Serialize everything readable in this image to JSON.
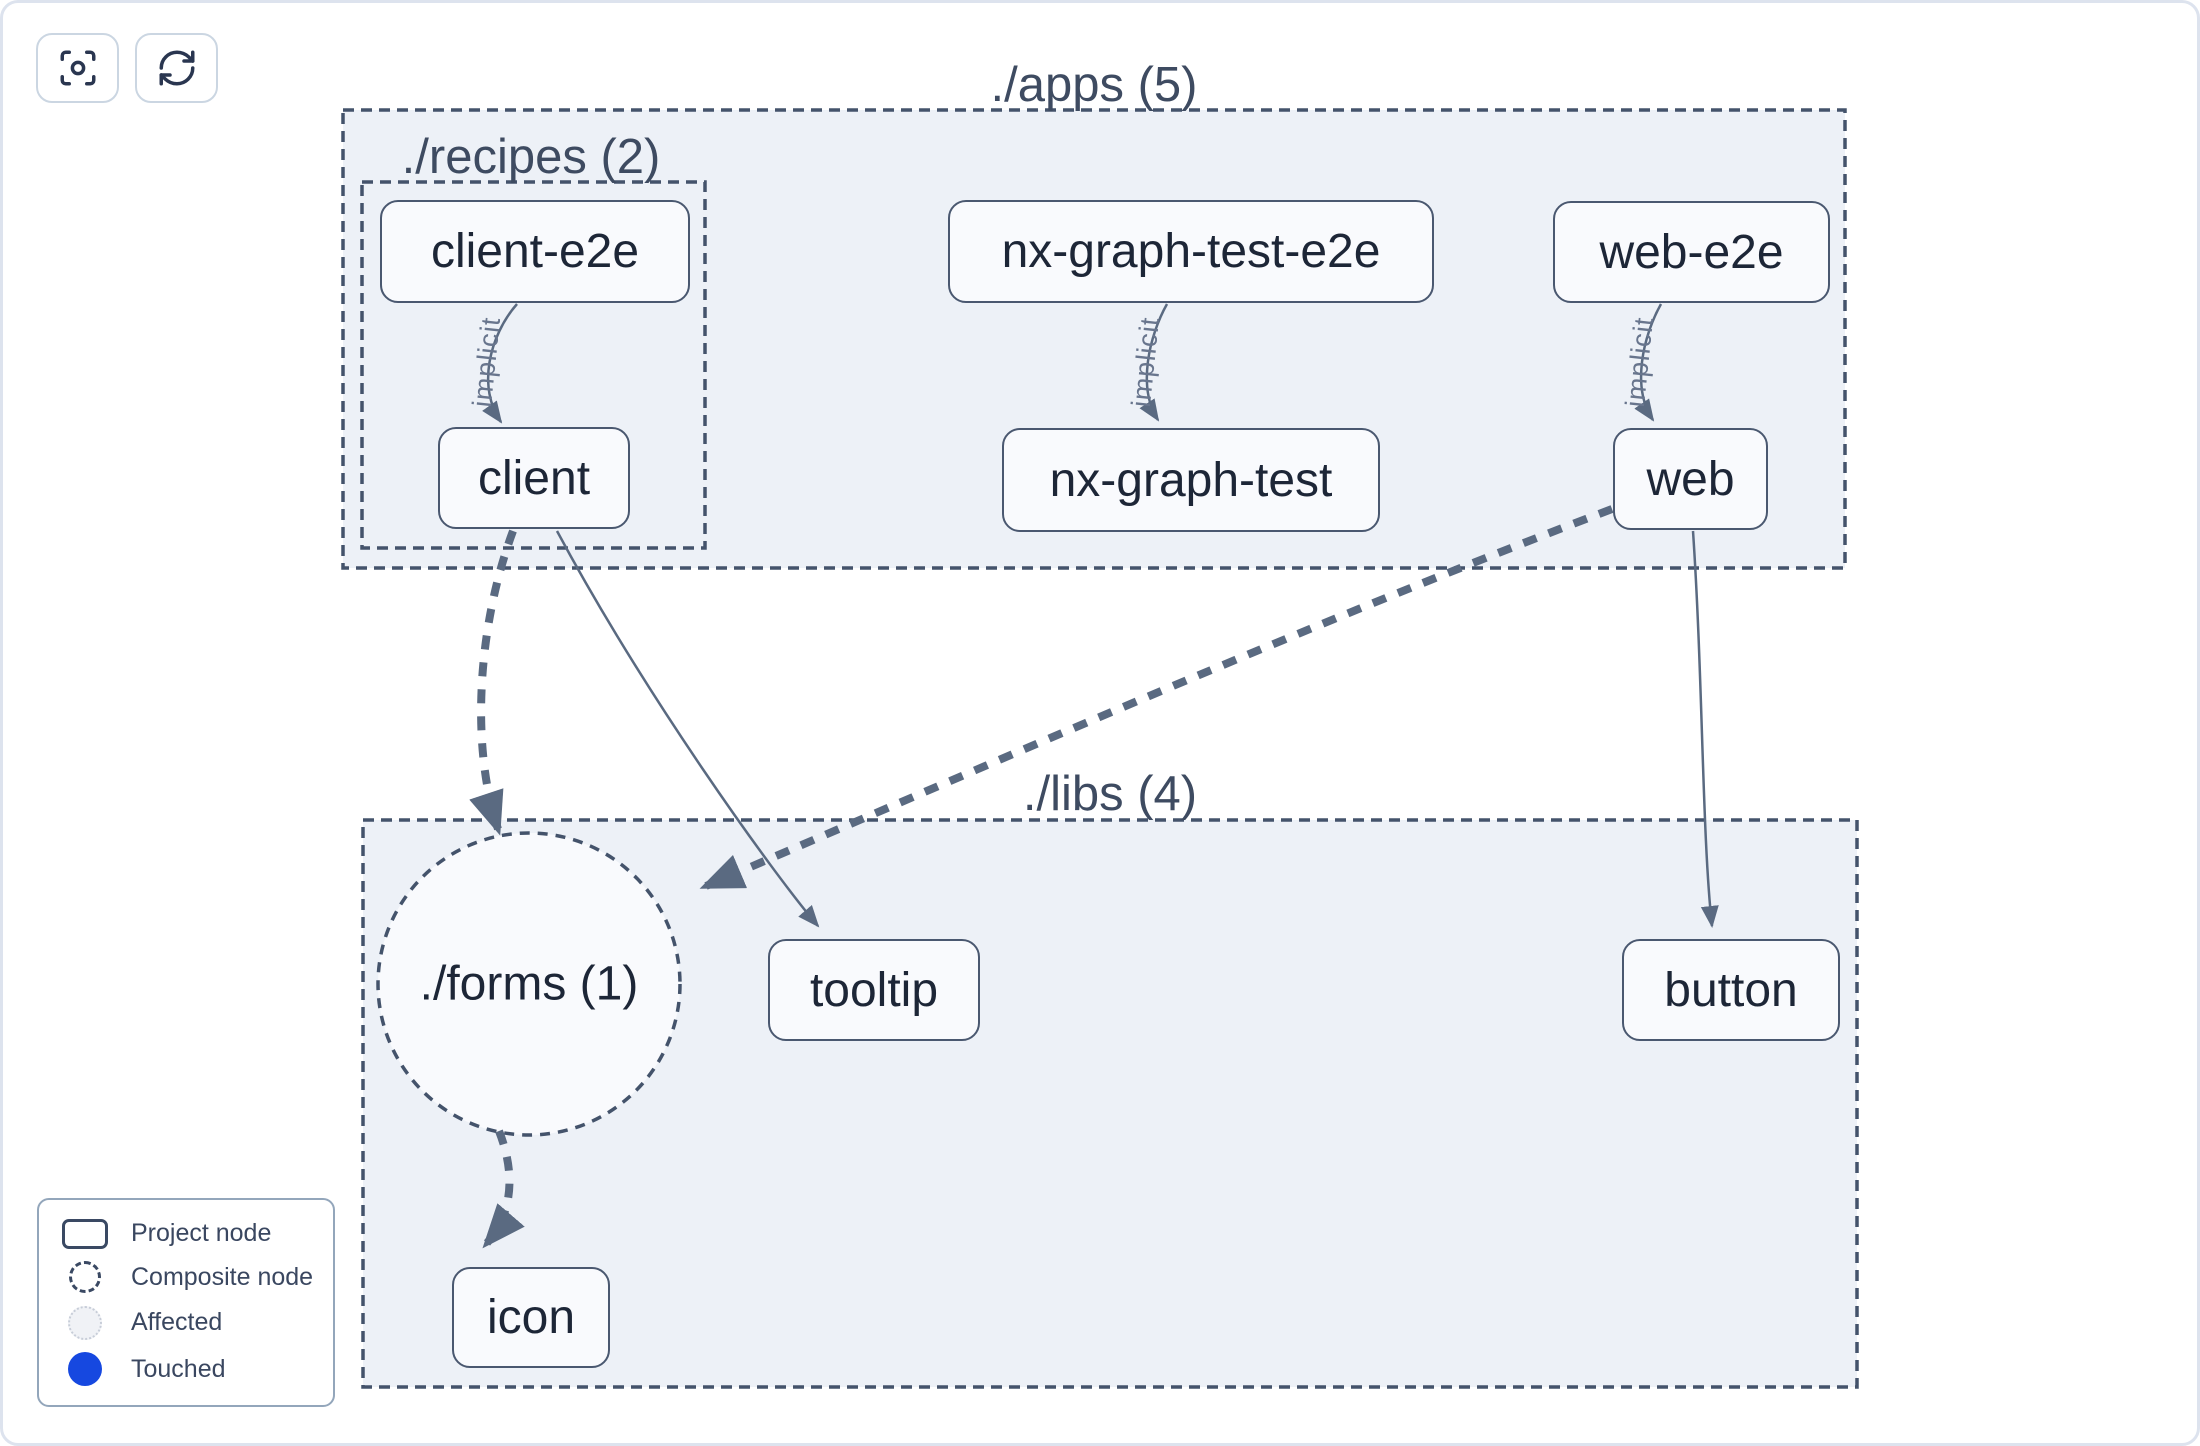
{
  "toolbar": {
    "buttons": [
      {
        "icon": "focus-icon"
      },
      {
        "icon": "refresh-icon"
      }
    ]
  },
  "graph": {
    "clusters": [
      {
        "id": "apps",
        "label": "./apps (5)"
      },
      {
        "id": "recipes",
        "label": "./recipes (2)"
      },
      {
        "id": "libs",
        "label": "./libs (4)"
      }
    ],
    "composite_nodes": [
      {
        "id": "forms",
        "label": "./forms (1)",
        "shape": "dashed-circle"
      }
    ],
    "nodes": [
      {
        "id": "client-e2e",
        "label": "client-e2e"
      },
      {
        "id": "nx-graph-test-e2e",
        "label": "nx-graph-test-e2e"
      },
      {
        "id": "web-e2e",
        "label": "web-e2e"
      },
      {
        "id": "client",
        "label": "client"
      },
      {
        "id": "nx-graph-test",
        "label": "nx-graph-test"
      },
      {
        "id": "web",
        "label": "web"
      },
      {
        "id": "tooltip",
        "label": "tooltip"
      },
      {
        "id": "button",
        "label": "button"
      },
      {
        "id": "icon",
        "label": "icon"
      }
    ],
    "edges": [
      {
        "from": "client-e2e",
        "to": "client",
        "label": "implicit",
        "style": "thin-solid"
      },
      {
        "from": "nx-graph-test-e2e",
        "to": "nx-graph-test",
        "label": "implicit",
        "style": "thin-solid"
      },
      {
        "from": "web-e2e",
        "to": "web",
        "label": "implicit",
        "style": "thin-solid"
      },
      {
        "from": "client",
        "to": "./forms (1)",
        "label": "",
        "style": "thick-dashed"
      },
      {
        "from": "client",
        "to": "tooltip",
        "label": "",
        "style": "thin-solid"
      },
      {
        "from": "web",
        "to": "./forms (1)",
        "label": "",
        "style": "thick-dashed"
      },
      {
        "from": "web",
        "to": "button",
        "label": "",
        "style": "thin-solid"
      },
      {
        "from": "./forms (1)",
        "to": "icon",
        "label": "",
        "style": "thick-dashed"
      }
    ]
  },
  "legend": {
    "items": [
      {
        "icon": "project-node-icon",
        "label": "Project node"
      },
      {
        "icon": "composite-node-icon",
        "label": "Composite node"
      },
      {
        "icon": "affected-icon",
        "label": "Affected"
      },
      {
        "icon": "touched-icon",
        "label": "Touched"
      }
    ]
  },
  "colors": {
    "cluster_fill": "#edf1f7",
    "cluster_border": "#44536b",
    "node_fill": "#f9fafd",
    "node_border": "#4a5870",
    "node_text": "#1d2637",
    "edge": "#5a6a81",
    "touched_blue": "#1648e0",
    "page_border": "#dde3ee"
  }
}
